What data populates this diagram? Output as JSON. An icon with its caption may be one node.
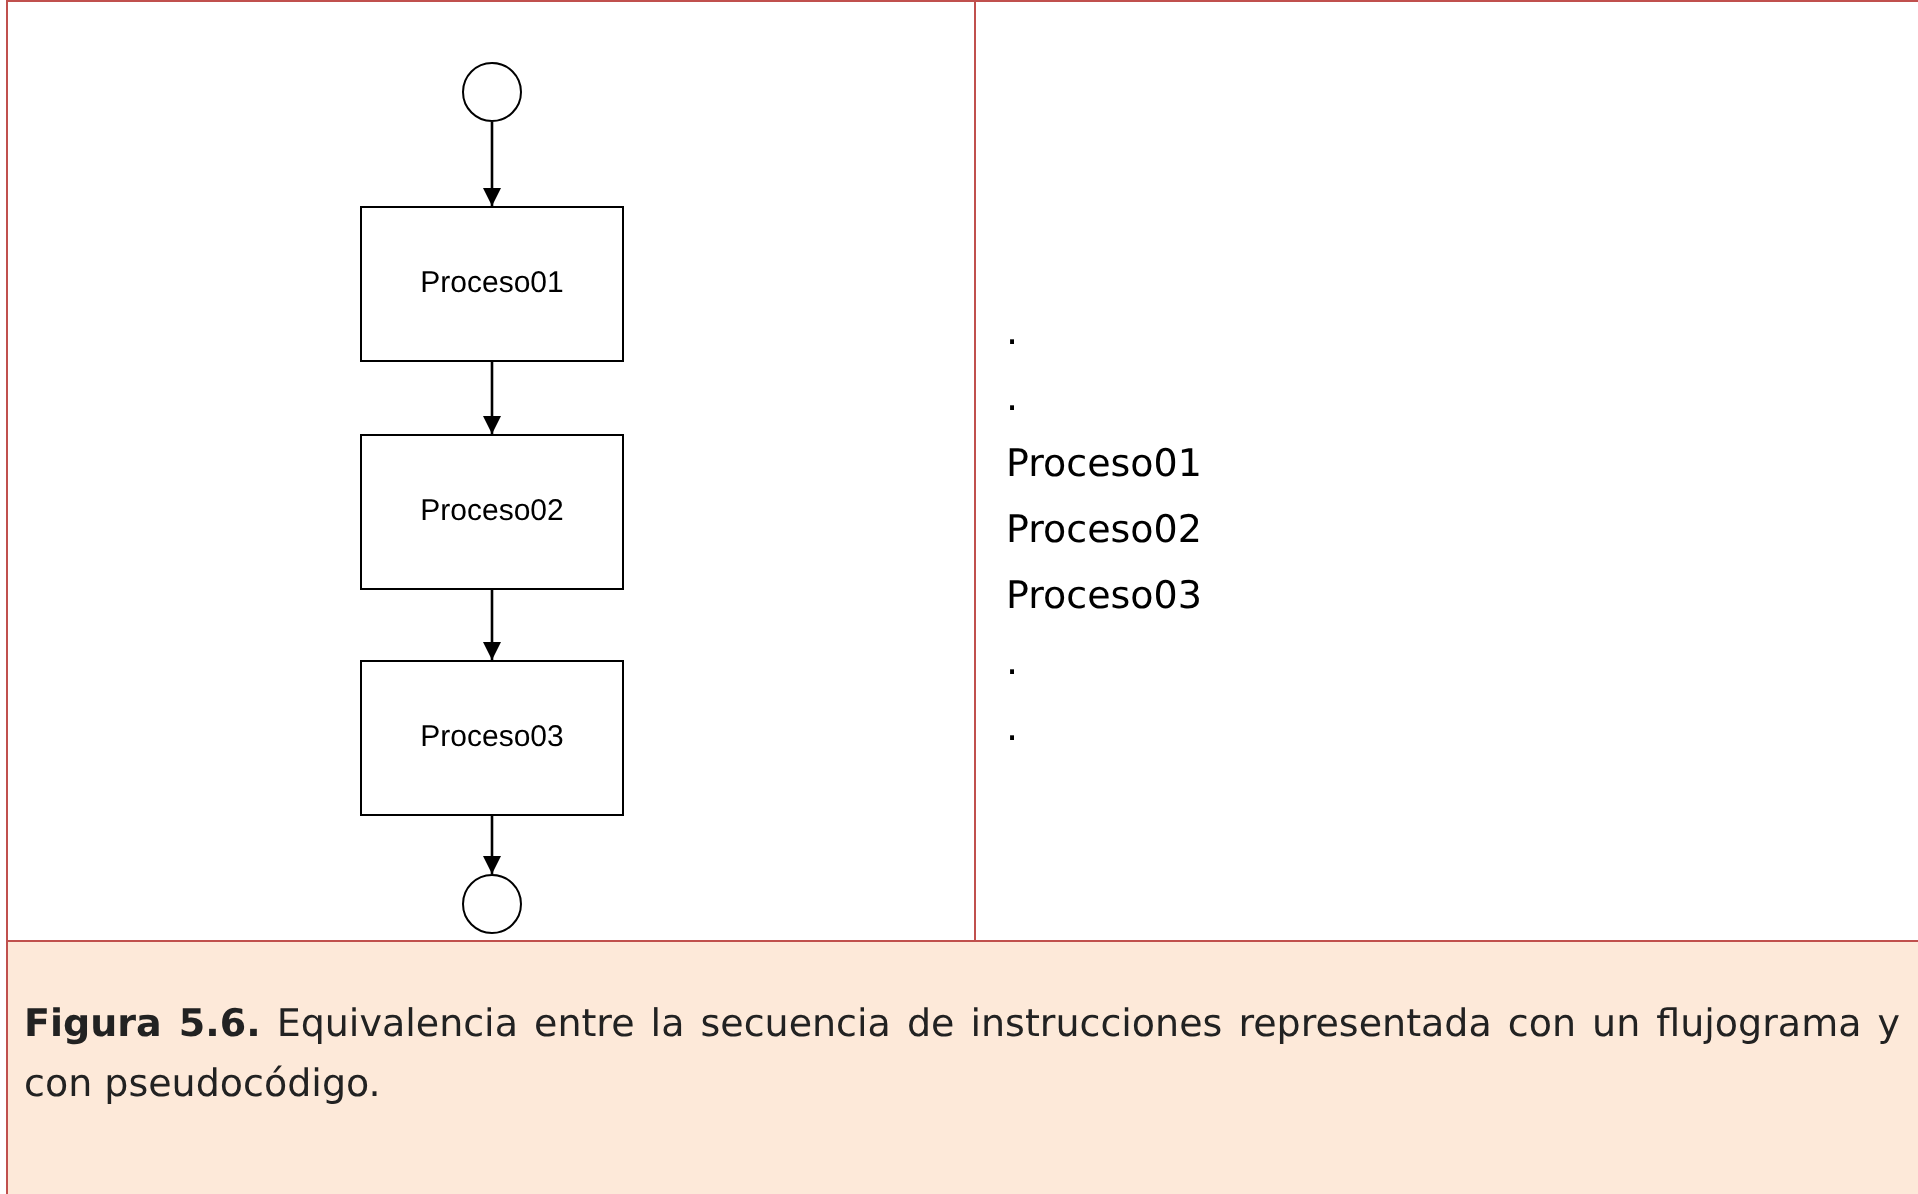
{
  "diagram": {
    "caption": "**Figura 5.6.** Equivalencia entre la secuencia de instrucciones representada con un flujograma y con pseudocódigo.",
    "nodes": [
      {
        "text": [],
        "shape": "circle"
      },
      {
        "text": [
          "Proceso01"
        ]
      },
      {
        "text": [
          "Proceso02"
        ]
      },
      {
        "text": [
          "Proceso03"
        ]
      },
      {
        "text": [],
        "shape": "circle"
      }
    ],
    "edges": [
      {
        "from": 0,
        "to": 1,
        "arrow": "to"
      },
      {
        "from": 1,
        "to": 2,
        "arrow": "to"
      },
      {
        "from": 2,
        "to": 3,
        "arrow": "to"
      },
      {
        "from": 3,
        "to": 4,
        "arrow": "to"
      }
    ],
    "labels": [
      ".",
      ".",
      "Proceso01",
      "Proceso02",
      "Proceso03",
      ".",
      "."
    ]
  }
}
